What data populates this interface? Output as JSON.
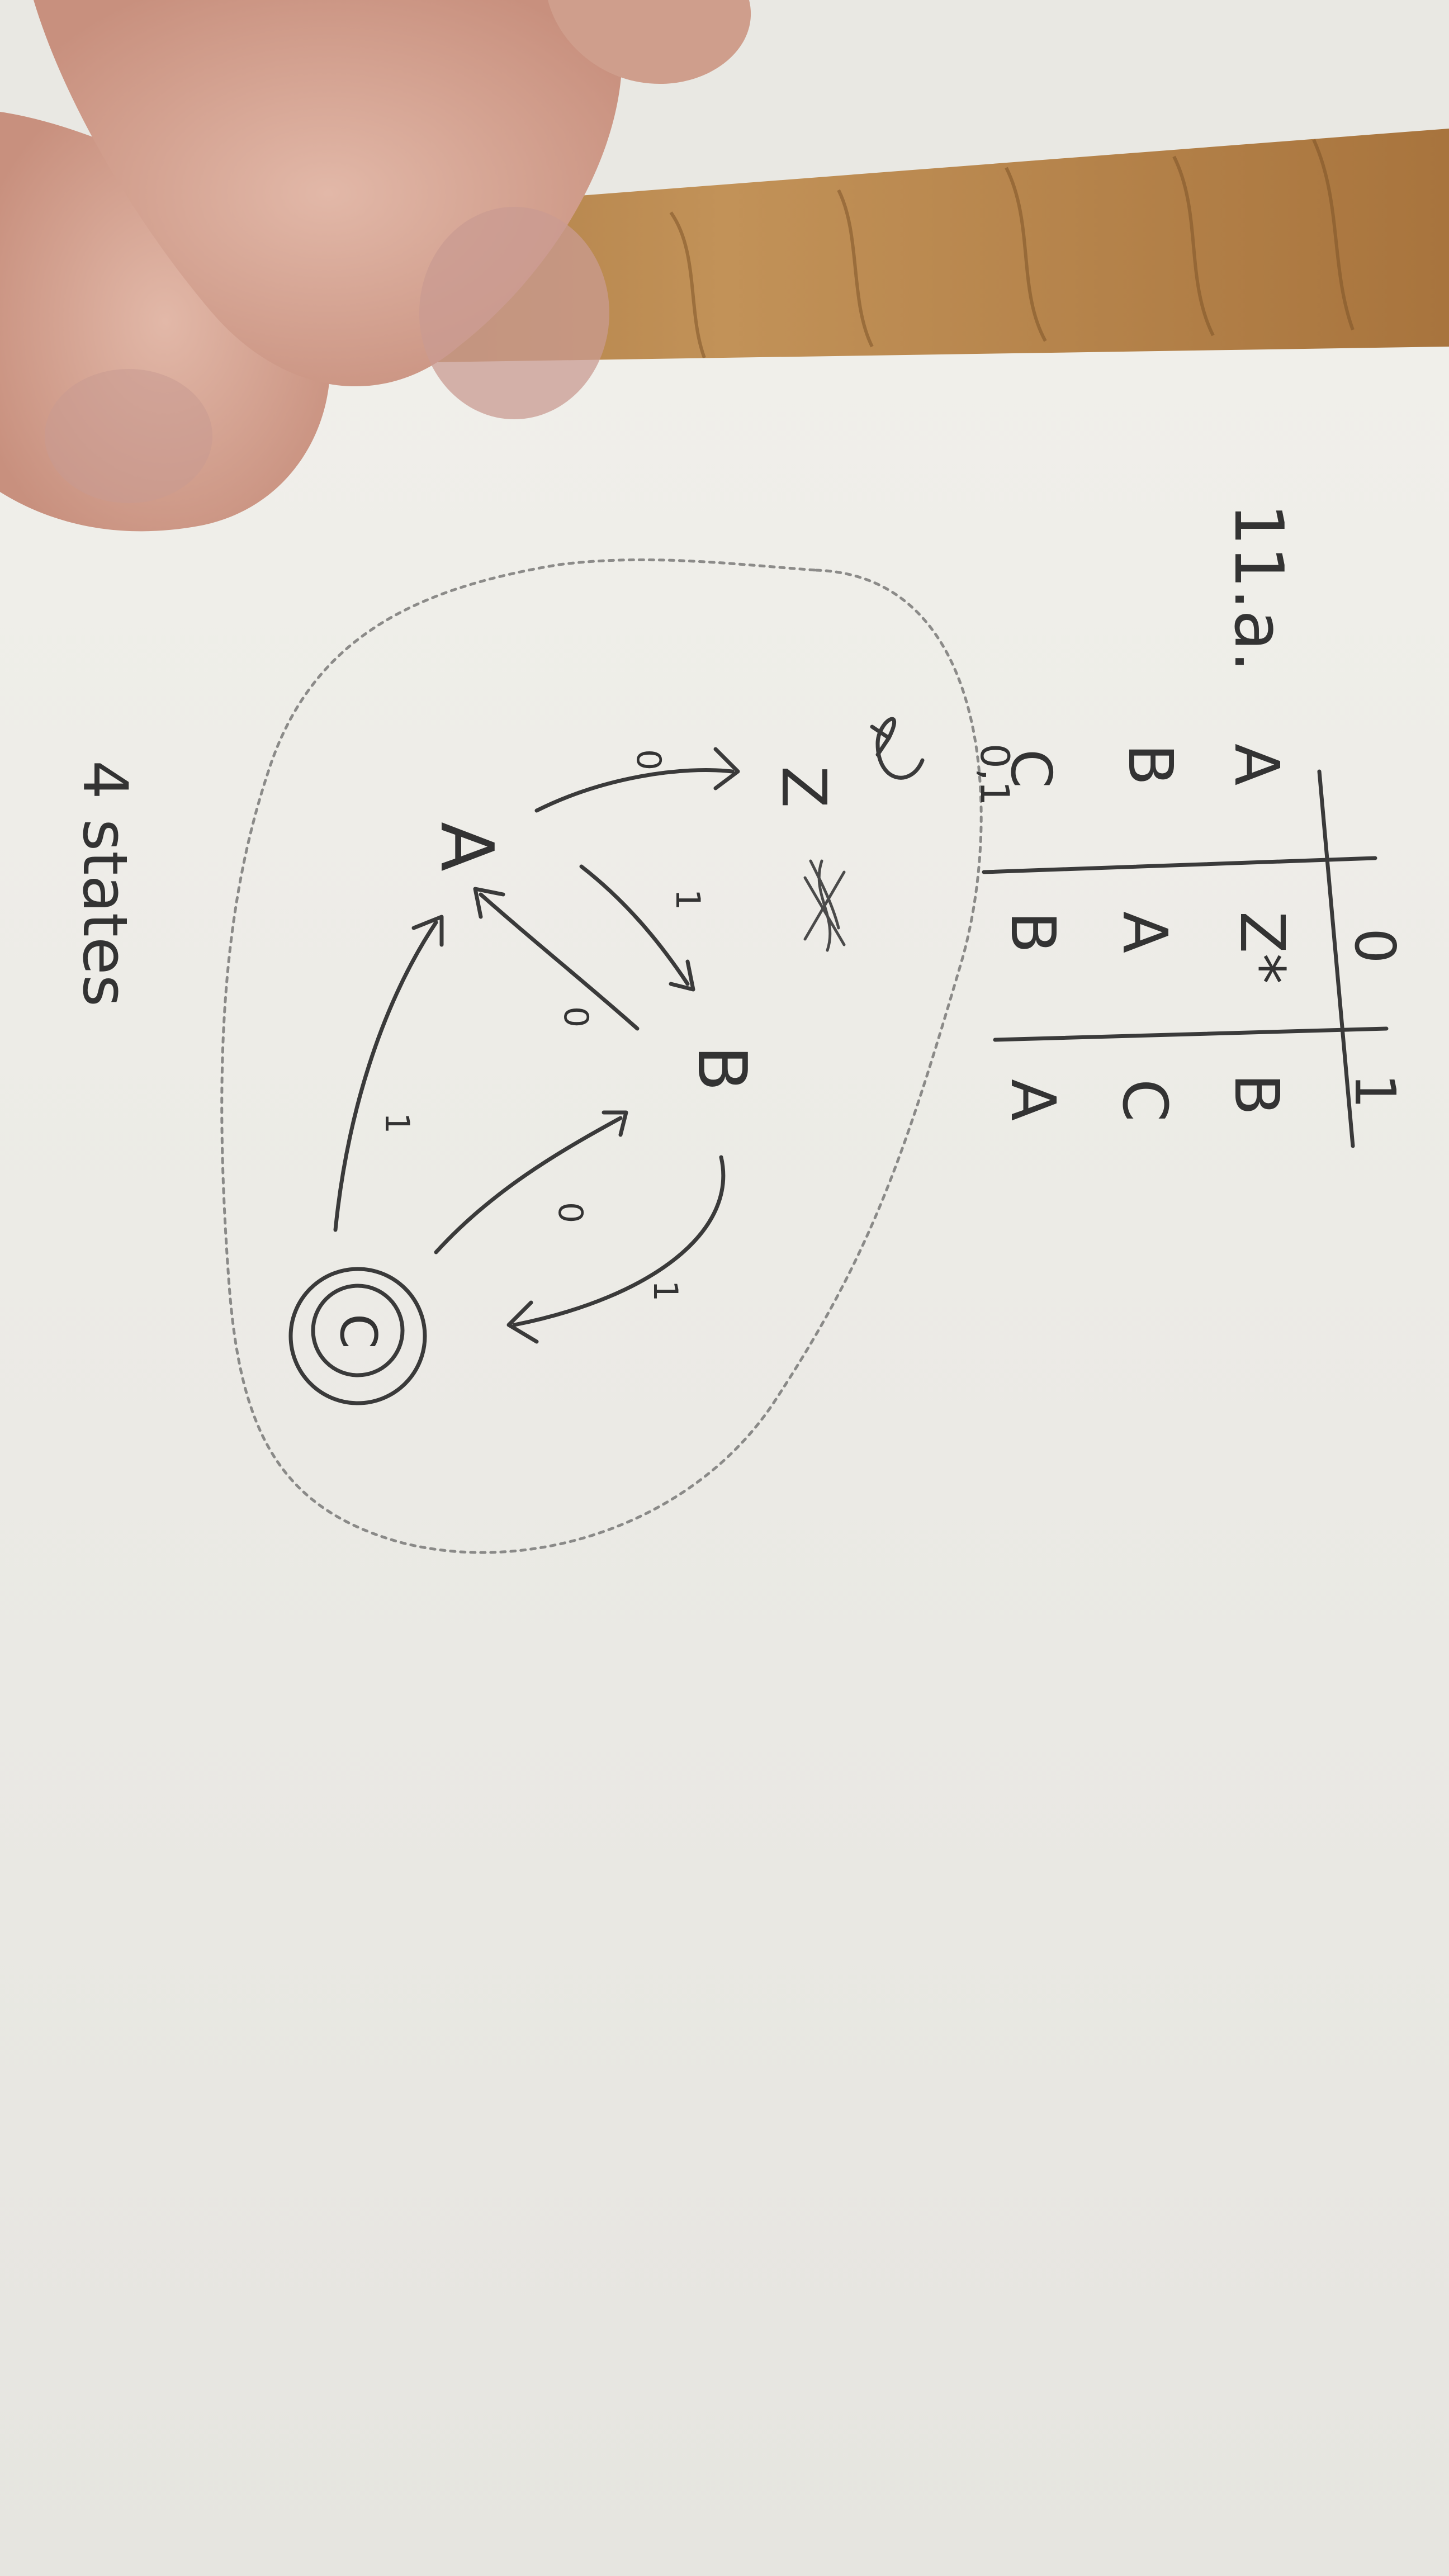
{
  "note": {
    "problem_label": "11.a.",
    "summary": "4 states"
  },
  "transition_table": {
    "columns": [
      "0",
      "1"
    ],
    "rows": [
      {
        "state": "A",
        "on_0": "Z*",
        "on_1": "B"
      },
      {
        "state": "B",
        "on_0": "A",
        "on_1": "C"
      },
      {
        "state": "C",
        "on_0": "B",
        "on_1": "A"
      }
    ]
  },
  "automaton": {
    "states": [
      {
        "name": "Z",
        "accepting": false
      },
      {
        "name": "A",
        "accepting": false
      },
      {
        "name": "B",
        "accepting": false
      },
      {
        "name": "C",
        "accepting": true
      }
    ],
    "transitions": [
      {
        "from": "Z",
        "to": "Z",
        "label": "0,1"
      },
      {
        "from": "A",
        "to": "Z",
        "label": "0"
      },
      {
        "from": "A",
        "to": "B",
        "label": "1"
      },
      {
        "from": "B",
        "to": "A",
        "label": "0"
      },
      {
        "from": "B",
        "to": "C",
        "label": "1"
      },
      {
        "from": "C",
        "to": "B",
        "label": "0"
      },
      {
        "from": "C",
        "to": "A",
        "label": "1"
      }
    ]
  },
  "colors": {
    "paper": "#ecebe6",
    "table_wood": "#b8884f",
    "ink": "#3a3a3a",
    "skin": "#d9a99a"
  }
}
